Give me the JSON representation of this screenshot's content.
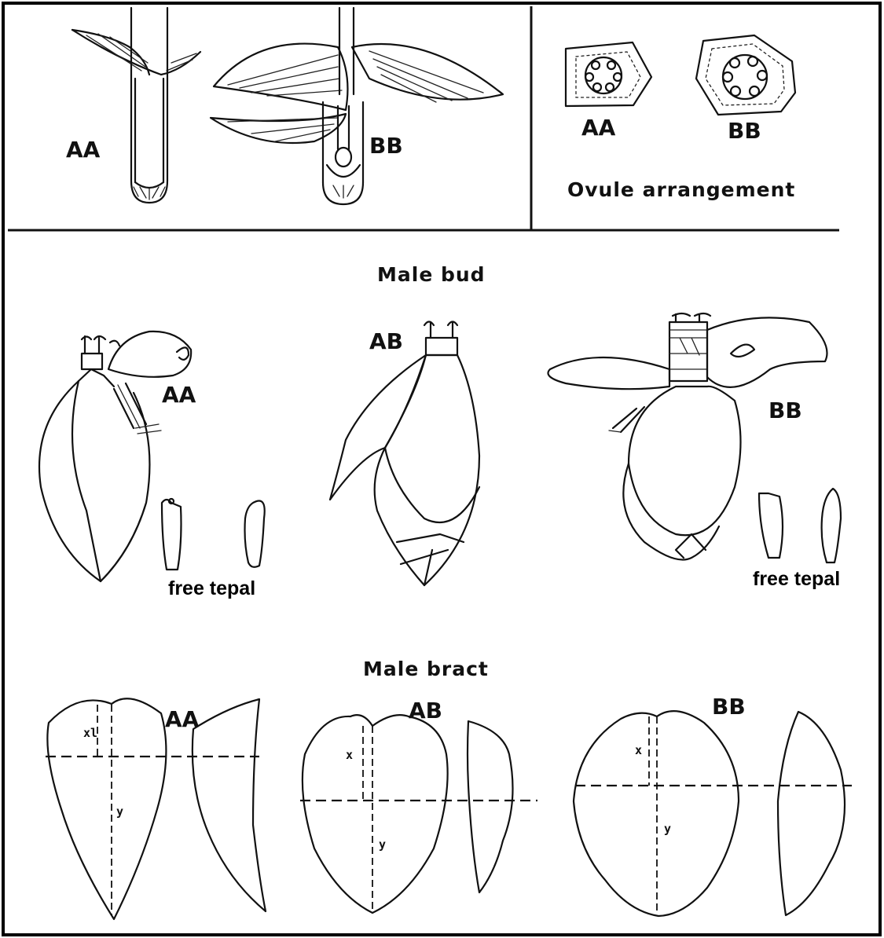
{
  "top_left": {
    "label_a": "AA",
    "label_b": "BB"
  },
  "top_right": {
    "label_a": "AA",
    "label_b": "BB",
    "caption": "Ovule arrangement"
  },
  "male_bud": {
    "title": "Male bud",
    "label_aa": "AA",
    "label_ab": "AB",
    "label_bb": "BB",
    "caption_left": "free tepal",
    "caption_right": "free tepal"
  },
  "male_bract": {
    "title": "Male bract",
    "label_aa": "AA",
    "label_ab": "AB",
    "label_bb": "BB",
    "x_mark": "x",
    "x_mark_aa": "xl",
    "y_mark": "y"
  }
}
